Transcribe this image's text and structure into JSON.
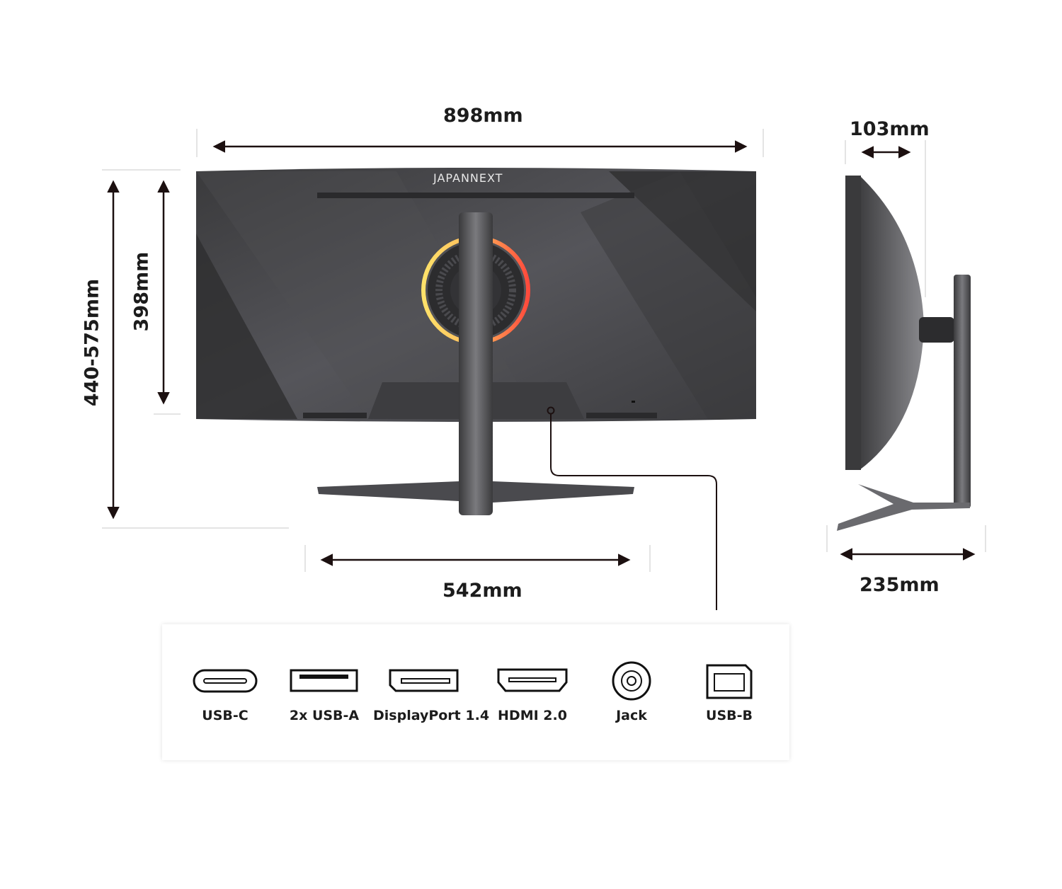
{
  "brand": "JAPANNEXT",
  "dimensions": {
    "width": "898mm",
    "depth_panel": "103mm",
    "height_range": "440-575mm",
    "panel_height": "398mm",
    "stand_width": "542mm",
    "stand_depth": "235mm"
  },
  "ports": [
    {
      "label": "USB-C",
      "icon": "usb-c-icon"
    },
    {
      "label": "2x USB-A",
      "icon": "usb-a-icon"
    },
    {
      "label": "DisplayPort 1.4",
      "icon": "displayport-icon"
    },
    {
      "label": "HDMI 2.0",
      "icon": "hdmi-icon"
    },
    {
      "label": "Jack",
      "icon": "audio-jack-icon"
    },
    {
      "label": "USB-B",
      "icon": "usb-b-icon"
    }
  ],
  "colors": {
    "monitor_body": "#4a4a4c",
    "monitor_dark": "#2f2f31",
    "rgb_ring_warm": "#ff5a3c",
    "rgb_ring_yellow": "#ffe26a",
    "dimension_line": "#1c1010"
  }
}
